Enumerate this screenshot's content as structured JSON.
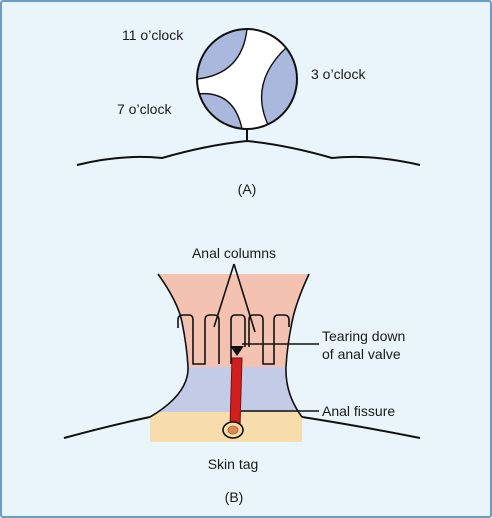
{
  "panel_a": {
    "label_11": "11 o’clock",
    "label_3": "3 o’clock",
    "label_7": "7 o’clock",
    "caption": "(A)"
  },
  "panel_b": {
    "label_columns": "Anal columns",
    "label_tearing_line1": "Tearing down",
    "label_tearing_line2": "of anal valve",
    "label_fissure": "Anal fissure",
    "label_skin_tag": "Skin tag",
    "caption": "(B)"
  },
  "colors": {
    "background": "#e9f4fb",
    "frame_border": "#6a9cc6",
    "pile_blue": "#a9b8dc",
    "mucosa_pink": "#f4c2b1",
    "band_blue": "#c3cbe7",
    "skin_yellow": "#f7dcac",
    "fissure_red": "#d11f1f",
    "outline": "#111111"
  }
}
